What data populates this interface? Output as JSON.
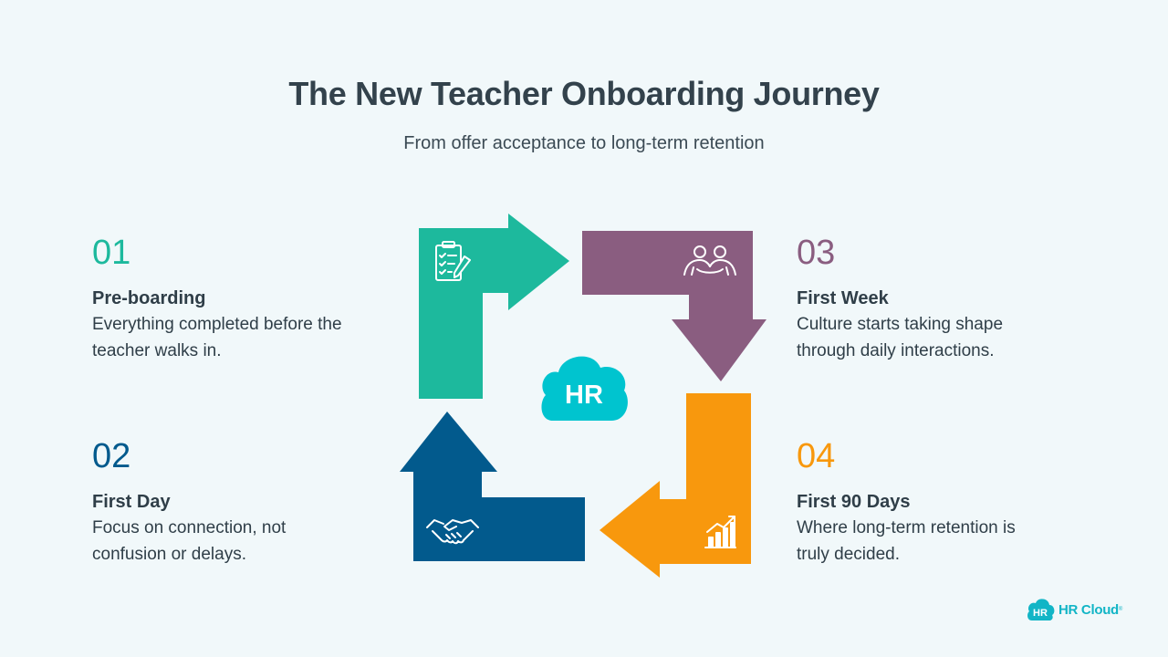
{
  "title": "The New Teacher Onboarding Journey",
  "subtitle": "From offer acceptance to long-term retention",
  "steps": [
    {
      "number": "01",
      "name": "Pre-boarding",
      "desc1": "Everything completed before the",
      "desc2": "teacher walks in.",
      "color": "#1db99d",
      "icon": "clipboard-checklist-icon"
    },
    {
      "number": "02",
      "name": "First Day",
      "desc1": "Focus on connection, not",
      "desc2": "confusion or delays.",
      "color": "#025a8d",
      "icon": "handshake-icon"
    },
    {
      "number": "03",
      "name": "First Week",
      "desc1": "Culture starts taking shape",
      "desc2": "through daily interactions.",
      "color": "#8a5d80",
      "icon": "people-together-icon"
    },
    {
      "number": "04",
      "name": "First 90 Days",
      "desc1": "Where long-term retention is",
      "desc2": "truly decided.",
      "color": "#f8980d",
      "icon": "growth-chart-icon"
    }
  ],
  "center_badge": "HR",
  "logo": {
    "badge": "HR",
    "text": "HR Cloud",
    "tm": "®",
    "color": "#12b5c6"
  }
}
